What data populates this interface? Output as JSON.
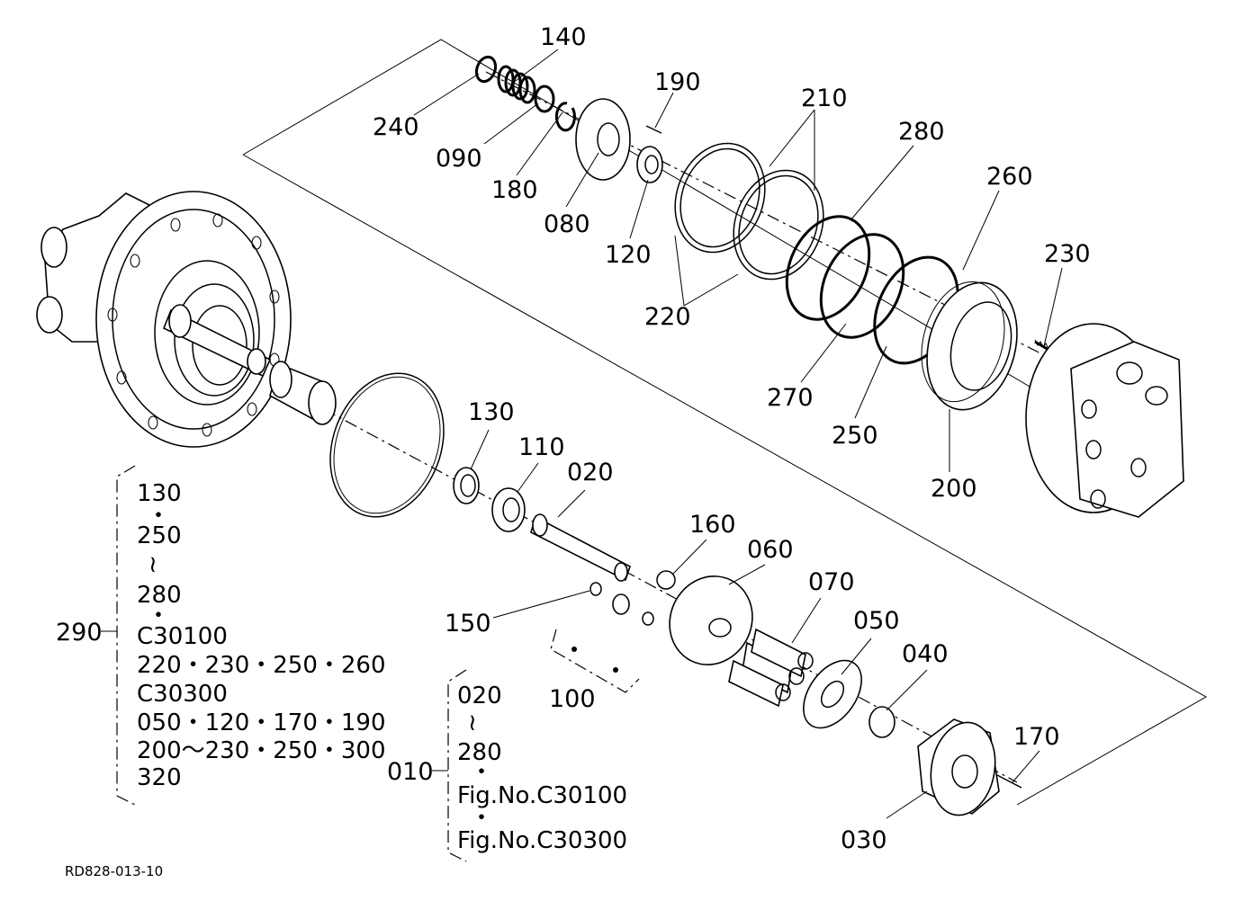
{
  "labels": {
    "p140": "140",
    "p190": "190",
    "p210": "210",
    "p280": "280",
    "p260": "260",
    "p240": "240",
    "p090": "090",
    "p180": "180",
    "p080": "080",
    "p120": "120",
    "p220": "220",
    "p230": "230",
    "p270": "270",
    "p250": "250",
    "p200": "200",
    "p130": "130",
    "p110": "110",
    "p020": "020",
    "p160": "160",
    "p060": "060",
    "p070": "070",
    "p050": "050",
    "p040": "040",
    "p150": "150",
    "p100": "100",
    "p170": "170",
    "p030": "030"
  },
  "group290": {
    "label": "290",
    "lines": [
      "130",
      "・",
      "250",
      "≀",
      "280",
      "・",
      "C30100",
      "220・230・250・260",
      "C30300",
      "050・120・170・190",
      "200～230・250・300",
      "320"
    ]
  },
  "group010": {
    "label": "010",
    "lines": [
      "020",
      "≀",
      "280",
      "・",
      "Fig.No.C30100",
      "・",
      "Fig.No.C30300"
    ]
  },
  "reference": "RD828-013-10"
}
